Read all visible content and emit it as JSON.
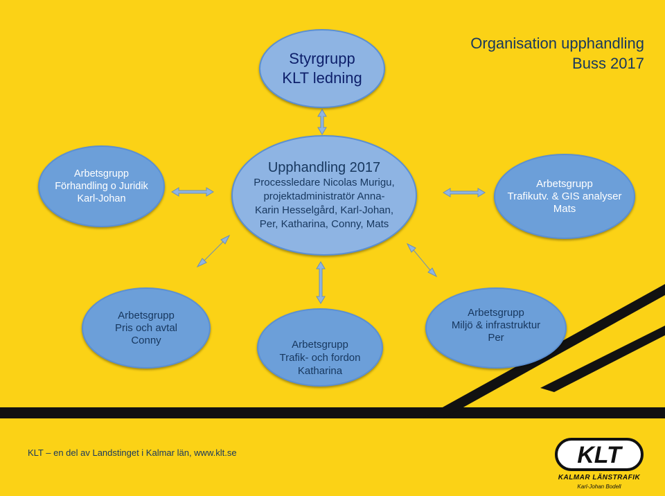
{
  "title": {
    "line1": "Organisation upphandling",
    "line2": "Buss 2017"
  },
  "styrgrupp": {
    "line1": "Styrgrupp",
    "line2": "KLT ledning"
  },
  "center": {
    "heading": "Upphandling 2017",
    "line1": "Processledare Nicolas Murigu,",
    "line2": "projektadministratör Anna-",
    "line3": "Karin Hesselgård, Karl-Johan,",
    "line4": "Per, Katharina, Conny, Mats"
  },
  "left_group": {
    "line1": "Arbetsgrupp",
    "line2": "Förhandling o Juridik",
    "line3": "Karl-Johan"
  },
  "right_group": {
    "line1": "Arbetsgrupp",
    "line2": "Trafikutv. & GIS analyser",
    "line3": "Mats"
  },
  "pris_group": {
    "line1": "Arbetsgrupp",
    "line2": "Pris och avtal",
    "line3": "Conny"
  },
  "trafik_group": {
    "line1": "Arbetsgrupp",
    "line2": "Trafik- och fordon",
    "line3": "Katharina"
  },
  "miljo_group": {
    "line1": "Arbetsgrupp",
    "line2": "Miljö & infrastruktur",
    "line3": "Per"
  },
  "footer": {
    "text": "KLT – en del av Landstinget i Kalmar län, www.klt.se"
  },
  "logo": {
    "mark": "KLT",
    "name": "KALMAR LÄNSTRAFIK",
    "signature": "Karl-Johan Bodell"
  },
  "colors": {
    "background": "#fbd216",
    "ellipse": "#8eb4e3",
    "text": "#17375e",
    "stripe": "#111111"
  }
}
